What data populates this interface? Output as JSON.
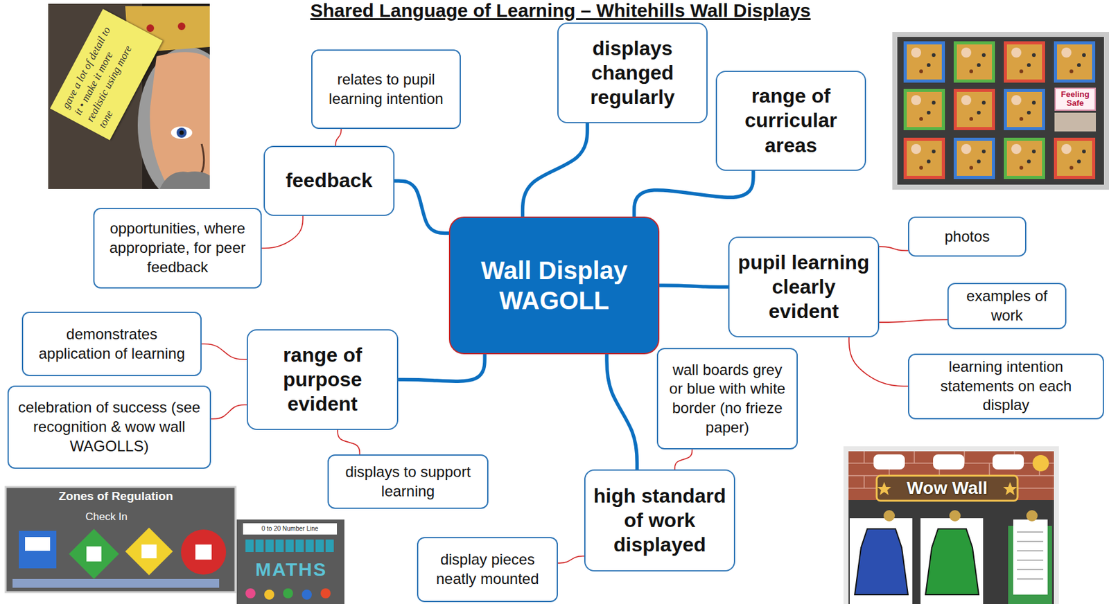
{
  "diagram": {
    "title": "Shared Language of Learning – Whitehills Wall Displays",
    "nodes": [
      {
        "text": [
          "relates to pupil learning intention"
        ]
      },
      {
        "text": [
          "displays changed regularly"
        ]
      },
      {
        "text": [
          "range of curricular areas"
        ]
      },
      {
        "text": [
          "feedback"
        ]
      },
      {
        "text": [
          "opportunities, where appropriate, for peer feedback"
        ]
      },
      {
        "text": [
          "photos"
        ]
      },
      {
        "text": [
          "Wall Display WAGOLL"
        ]
      },
      {
        "text": [
          "pupil learning clearly evident"
        ]
      },
      {
        "text": [
          "examples of work"
        ]
      },
      {
        "text": [
          "demonstrates application of learning"
        ]
      },
      {
        "text": [
          "range of purpose evident"
        ]
      },
      {
        "text": [
          "wall boards grey or blue with white border (no frieze paper)"
        ]
      },
      {
        "text": [
          "learning intention statements on each display"
        ]
      },
      {
        "text": [
          "celebration of success (see recognition & wow wall WAGOLLS)"
        ]
      },
      {
        "text": [
          "displays to support learning"
        ]
      },
      {
        "text": [
          "high standard of work displayed"
        ]
      },
      {
        "text": [
          "display pieces neatly mounted"
        ]
      }
    ],
    "edges": [
      {
        "from": 6,
        "to": 1,
        "arrow": "none"
      },
      {
        "from": 6,
        "to": 2,
        "arrow": "none"
      },
      {
        "from": 6,
        "to": 7,
        "arrow": "none"
      },
      {
        "from": 6,
        "to": 15,
        "arrow": "none"
      },
      {
        "from": 6,
        "to": 10,
        "arrow": "none"
      },
      {
        "from": 6,
        "to": 3,
        "arrow": "none"
      },
      {
        "from": 3,
        "to": 0,
        "arrow": "none"
      },
      {
        "from": 3,
        "to": 4,
        "arrow": "none"
      },
      {
        "from": 7,
        "to": 5,
        "arrow": "none"
      },
      {
        "from": 7,
        "to": 8,
        "arrow": "none"
      },
      {
        "from": 7,
        "to": 12,
        "arrow": "none"
      },
      {
        "from": 10,
        "to": 9,
        "arrow": "none"
      },
      {
        "from": 10,
        "to": 13,
        "arrow": "none"
      },
      {
        "from": 10,
        "to": 14,
        "arrow": "none"
      },
      {
        "from": 15,
        "to": 11,
        "arrow": "none"
      },
      {
        "from": 15,
        "to": 16,
        "arrow": "none"
      }
    ],
    "labels": [
      "gave a lot of detail to it • make it more realistic using more tone",
      "Feeling Safe",
      "Zones of Regulation",
      "Check In",
      "0 to 20 Number Line",
      "MATHS",
      "Wow Wall"
    ]
  }
}
